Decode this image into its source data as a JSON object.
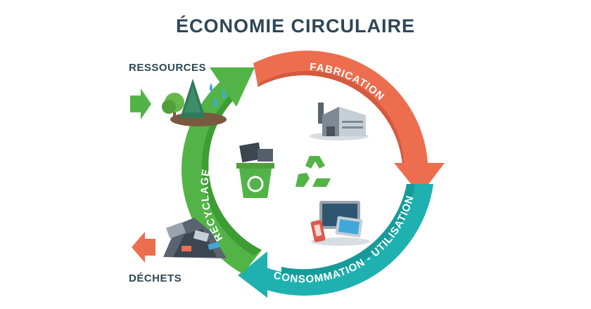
{
  "title": "ÉCONOMIE CIRCULAIRE",
  "inputs": {
    "resources_label": "RESSOURCES",
    "waste_label": "DÉCHETS"
  },
  "stages": [
    {
      "label": "FABRICATION",
      "color": "#ed6e4f"
    },
    {
      "label": "CONSOMMATION - UTILISATION",
      "color": "#1eb1b0"
    },
    {
      "label": "RECYCLAGE",
      "color": "#52b447"
    }
  ],
  "colors": {
    "title": "#2e4656",
    "resource_arrow": "#52b447",
    "waste_arrow": "#ed6e4f",
    "recycle_symbol": "#52b447"
  },
  "icons": [
    "trees-icon",
    "water-drops-icon",
    "factory-icon",
    "devices-icon",
    "recycle-bin-icon",
    "recycle-symbol-icon",
    "waste-pile-icon"
  ]
}
